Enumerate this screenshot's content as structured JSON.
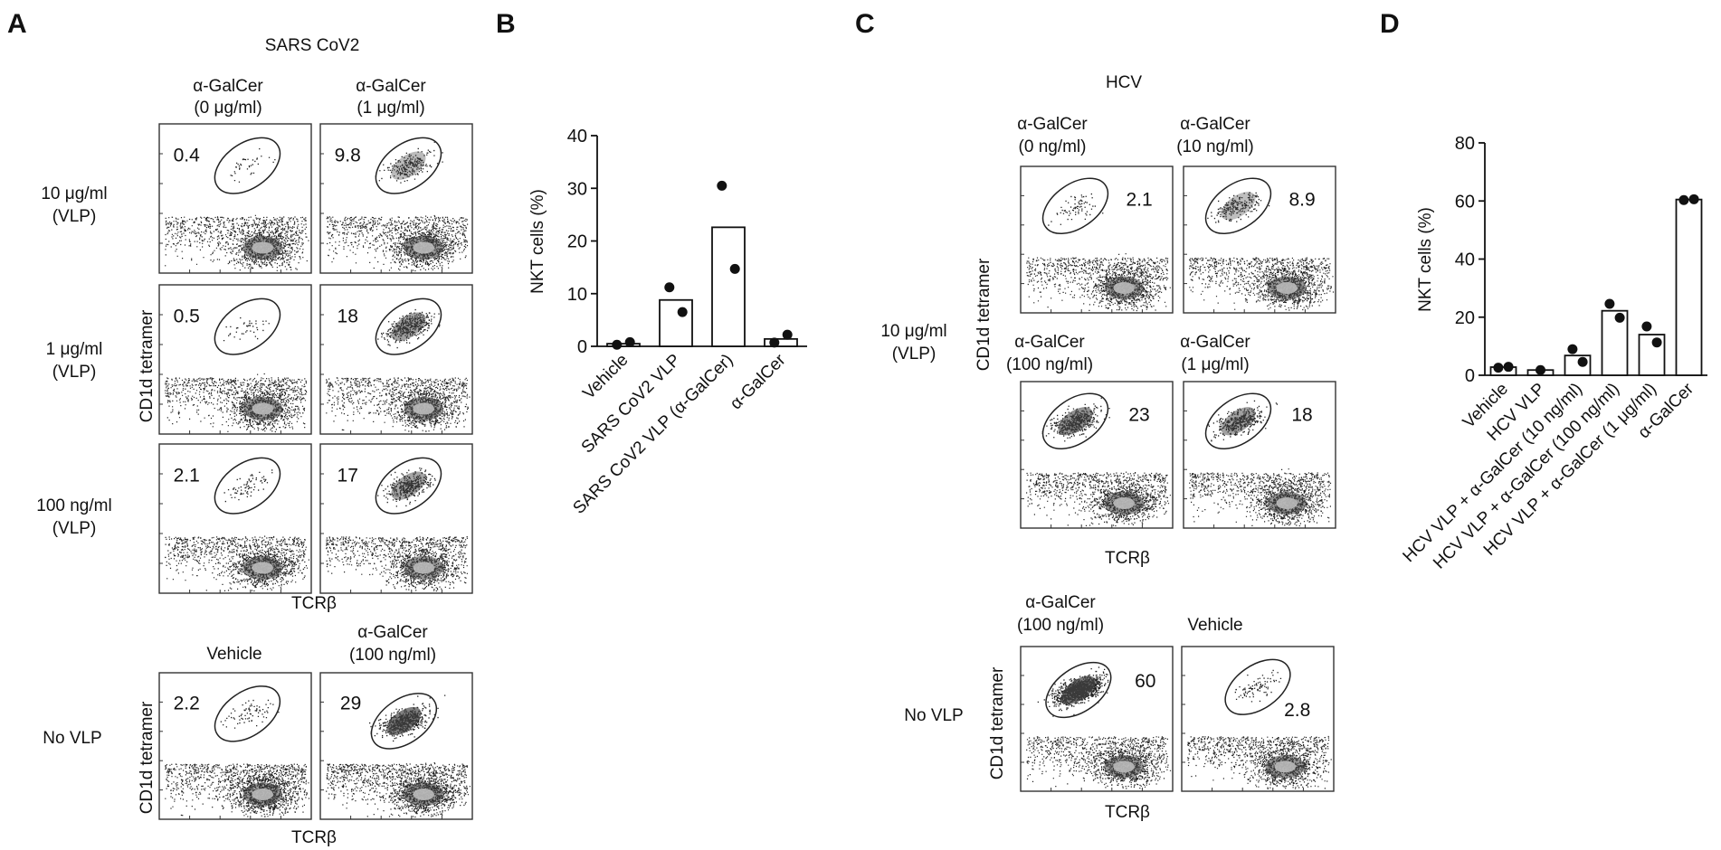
{
  "panel_labels": {
    "A": "A",
    "B": "B",
    "C": "C",
    "D": "D"
  },
  "panelA": {
    "title": "SARS CoV2",
    "col_headers": [
      [
        "α-GalCer",
        "(0 μg/ml)"
      ],
      [
        "α-GalCer",
        "(1 μg/ml)"
      ]
    ],
    "row_labels": [
      [
        "10 μg/ml",
        "(VLP)"
      ],
      [
        "1 μg/ml",
        "(VLP)"
      ],
      [
        "100 ng/ml",
        "(VLP)"
      ]
    ],
    "ylabel": "CD1d tetramer",
    "xlabel": "TCRβ",
    "values": [
      [
        "0.4",
        "9.8"
      ],
      [
        "0.5",
        "18"
      ],
      [
        "2.1",
        "17"
      ]
    ],
    "novlp": {
      "row_label": "No VLP",
      "col_headers": [
        [
          "Vehicle"
        ],
        [
          "α-GalCer",
          "(100 ng/ml)"
        ]
      ],
      "values": [
        "2.2",
        "29"
      ],
      "ylabel": "CD1d tetramer",
      "xlabel": "TCRβ"
    }
  },
  "panelC": {
    "title": "HCV",
    "col_headers_top": [
      [
        "α-GalCer",
        "(0 ng/ml)"
      ],
      [
        "α-GalCer",
        "(10 ng/ml)"
      ]
    ],
    "col_headers_mid": [
      [
        "α-GalCer",
        "(100 ng/ml)"
      ],
      [
        "α-GalCer",
        "(1 μg/ml)"
      ]
    ],
    "row_label": [
      "10 μg/ml",
      "(VLP)"
    ],
    "ylabel": "CD1d tetramer",
    "xlabel": "TCRβ",
    "values": [
      [
        "2.1",
        "8.9"
      ],
      [
        "23",
        "18"
      ]
    ],
    "novlp": {
      "row_label": "No VLP",
      "col_headers": [
        [
          "α-GalCer",
          "(100 ng/ml)"
        ],
        [
          "Vehicle"
        ]
      ],
      "values": [
        "60",
        "2.8"
      ],
      "ylabel": "CD1d tetramer",
      "xlabel": "TCRβ"
    }
  },
  "chart_data": [
    {
      "type": "bar",
      "panel": "B",
      "ylabel": "NKT cells (%)",
      "ylim": [
        0,
        40
      ],
      "yticks": [
        0,
        10,
        20,
        30,
        40
      ],
      "categories": [
        "Vehicle",
        "SARS CoV2 VLP",
        "SARS CoV2 VLP (α-GalCer)",
        "α-GalCer"
      ],
      "values": [
        0.5,
        8.8,
        22.6,
        1.4
      ],
      "points": [
        [
          0.3,
          0.8
        ],
        [
          11.2,
          6.5
        ],
        [
          30.5,
          14.7
        ],
        [
          0.7,
          2.2
        ]
      ]
    },
    {
      "type": "bar",
      "panel": "D",
      "ylabel": "NKT cells (%)",
      "ylim": [
        0,
        80
      ],
      "yticks": [
        0,
        20,
        40,
        60,
        80
      ],
      "categories": [
        "Vehicle",
        "HCV VLP",
        "HCV VLP + α-GalCer (10 ng/ml)",
        "HCV VLP + α-GalCer (100 ng/ml)",
        "HCV VLP + α-GalCer (1 μg/ml)",
        "α-GalCer"
      ],
      "values": [
        2.8,
        1.8,
        6.8,
        22.2,
        14.0,
        60.5
      ],
      "points": [
        [
          2.6,
          2.9
        ],
        [
          1.8
        ],
        [
          9.0,
          4.6
        ],
        [
          24.6,
          19.8
        ],
        [
          16.8,
          11.3
        ],
        [
          60.3,
          60.6
        ]
      ]
    }
  ]
}
